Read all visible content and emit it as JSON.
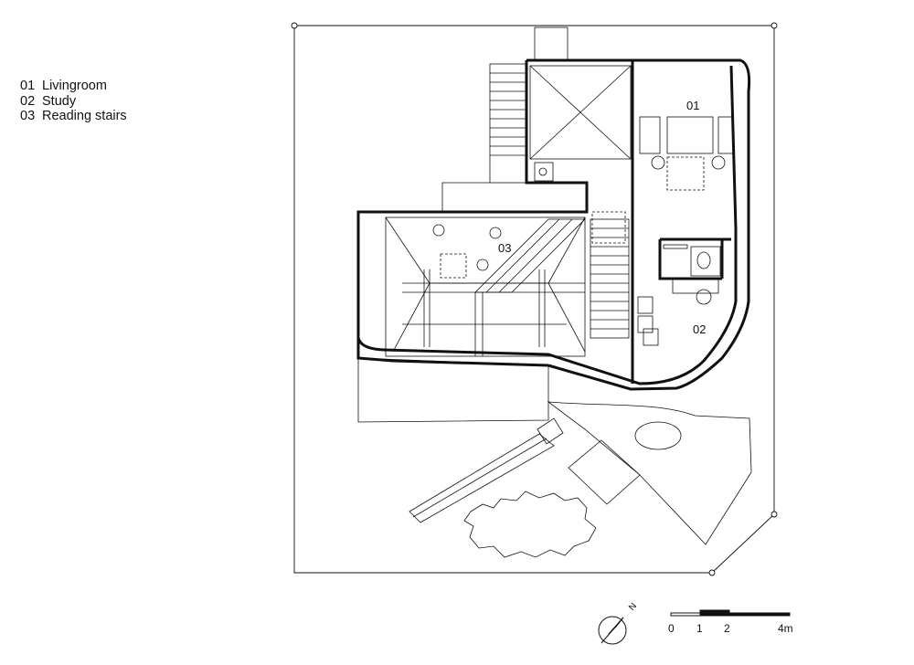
{
  "legend": {
    "items": [
      {
        "number": "01",
        "label": "Livingroom"
      },
      {
        "number": "02",
        "label": "Study"
      },
      {
        "number": "03",
        "label": "Reading stairs"
      }
    ]
  },
  "room_labels": {
    "livingroom": "01",
    "study": "02",
    "reading_stairs": "03"
  },
  "north_arrow": {
    "label": "N"
  },
  "scale_bar": {
    "ticks": [
      "0",
      "1",
      "2",
      "4m"
    ]
  }
}
